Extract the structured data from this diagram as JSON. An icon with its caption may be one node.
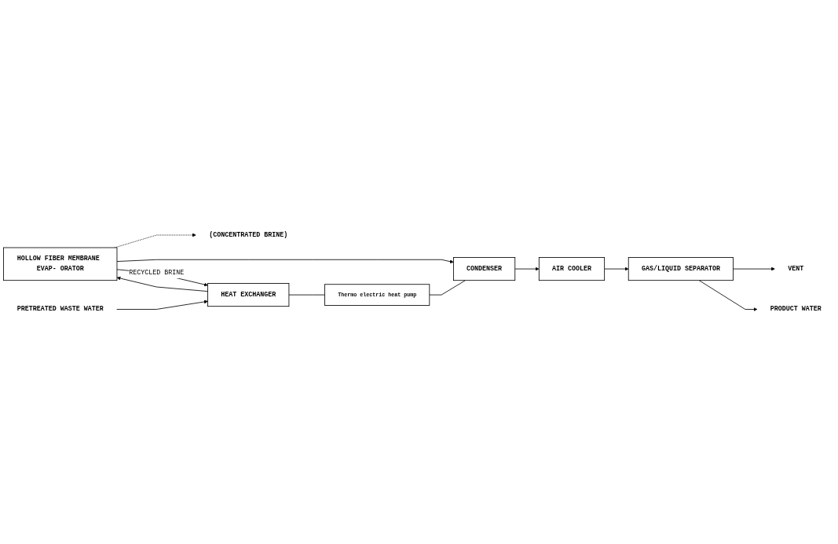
{
  "diagram": {
    "nodes": [
      {
        "text": [
          "HOLLOW FIBER MEMBRANE EVAP- ORATOR"
        ]
      },
      {
        "text": [
          "(CONCENTRATED BRINE)"
        ]
      },
      {
        "text": [
          "HEAT EXCHANGER"
        ]
      },
      {
        "text": [
          "Thermo electric heat pump"
        ]
      },
      {
        "text": [
          "CONDENSER"
        ]
      },
      {
        "text": [
          "AIR COOLER"
        ]
      },
      {
        "text": [
          "GAS/LIQUID SEPARATOR"
        ]
      },
      {
        "text": [
          "VENT"
        ]
      },
      {
        "text": [
          "PRODUCT WATER"
        ]
      },
      {
        "text": [
          "PRETREATED WASTE WATER"
        ]
      }
    ],
    "edges": [
      {
        "from": 0,
        "to": 1,
        "arrow": "to",
        "style": "dashed"
      },
      {
        "from": 0,
        "to": 4,
        "arrow": "to"
      },
      {
        "from": 0,
        "to": 2,
        "arrow": "to",
        "label": "RECYCLED BRINE"
      },
      {
        "from": 2,
        "to": 0,
        "arrow": "to"
      },
      {
        "from": 2,
        "to": 3,
        "arrow": "none"
      },
      {
        "from": 3,
        "to": 4,
        "arrow": "none"
      },
      {
        "from": 4,
        "to": 5,
        "arrow": "to"
      },
      {
        "from": 5,
        "to": 6,
        "arrow": "to"
      },
      {
        "from": 6,
        "to": 7,
        "arrow": "to"
      },
      {
        "from": 6,
        "to": 8,
        "arrow": "to"
      },
      {
        "from": 9,
        "to": 2,
        "arrow": "to"
      }
    ]
  }
}
